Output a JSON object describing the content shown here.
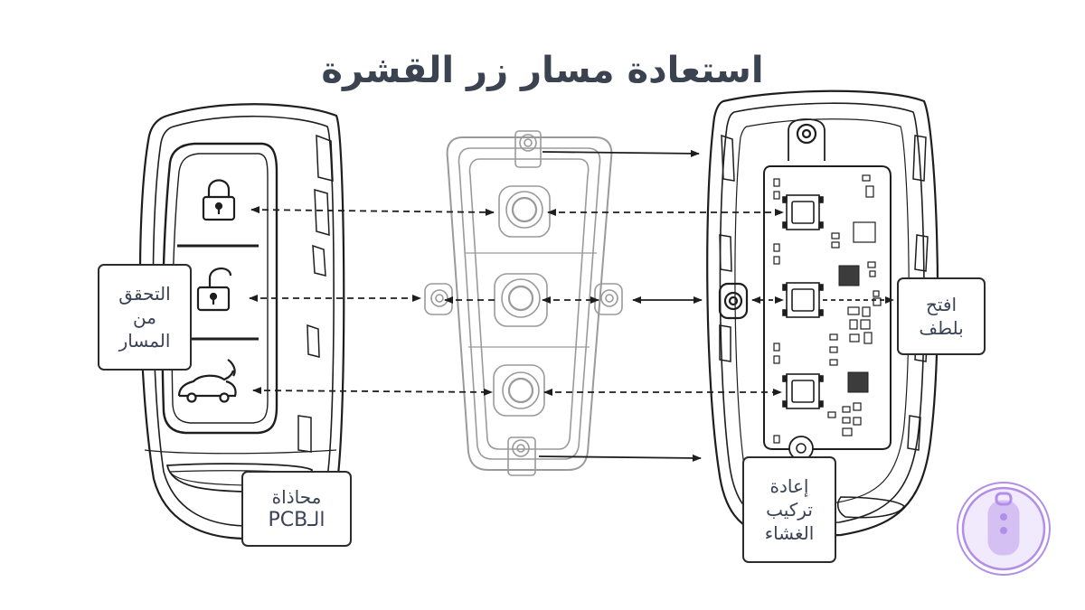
{
  "title": "استعادة مسار زر القشرة",
  "labels": {
    "check_path": [
      "التحقق",
      "من",
      "المسار"
    ],
    "pcb_align": [
      "محاذاة",
      "الـPCB"
    ],
    "open_gently": [
      "افتح",
      "بلطف"
    ],
    "refit_membrane": [
      "إعادة",
      "تركيب",
      "الغشاء"
    ]
  },
  "colors": {
    "title": "#3b4250",
    "label_text": "#3a4356",
    "outline": "#1e1e1e",
    "membrane": "#9a9a9a",
    "badge": "#b38ee8"
  },
  "icons": [
    "lock-closed-icon",
    "lock-open-icon",
    "car-trunk-icon",
    "key-fob-badge-icon"
  ]
}
